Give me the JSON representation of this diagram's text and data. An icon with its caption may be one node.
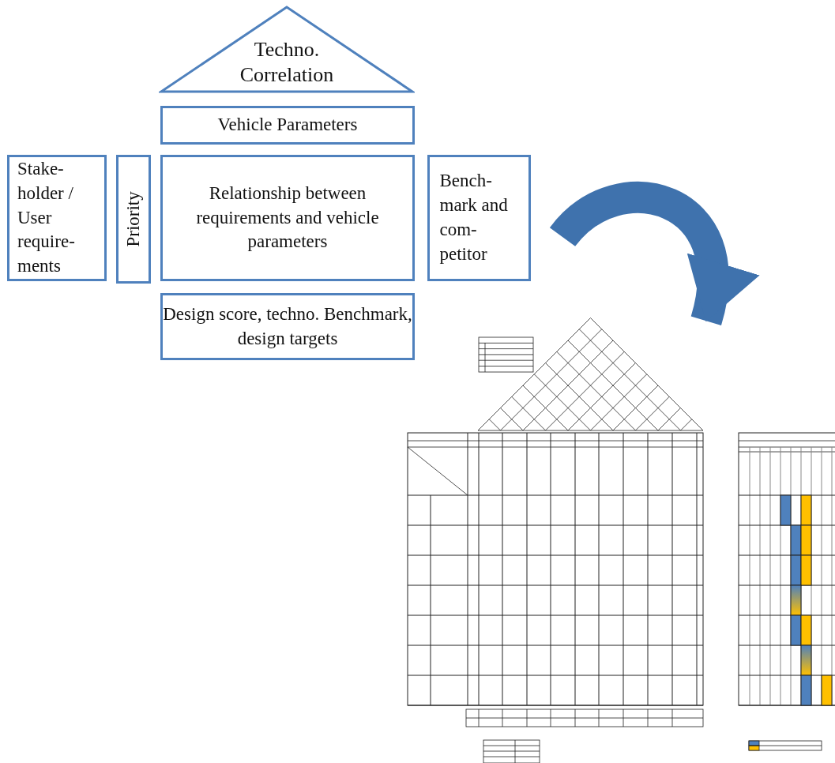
{
  "diagram": {
    "nodes": [
      {
        "text": [
          "Techno. Correlation"
        ]
      },
      {
        "text": [
          "Vehicle Parameters"
        ]
      },
      {
        "text": [
          "Stake-holder / User require-ments"
        ]
      },
      {
        "text": [
          "Priority"
        ]
      },
      {
        "text": [
          "Relationship between requirements and vehicle parameters"
        ]
      },
      {
        "text": [
          "Bench-mark and com-petitor"
        ]
      },
      {
        "text": [
          "Design score, techno. Benchmark, design targets"
        ]
      },
      {
        "text": [],
        "shape": "picture"
      }
    ],
    "edges": [
      {
        "from": null,
        "to": 7,
        "arrow": "to",
        "color": "#3f72ad"
      }
    ]
  }
}
